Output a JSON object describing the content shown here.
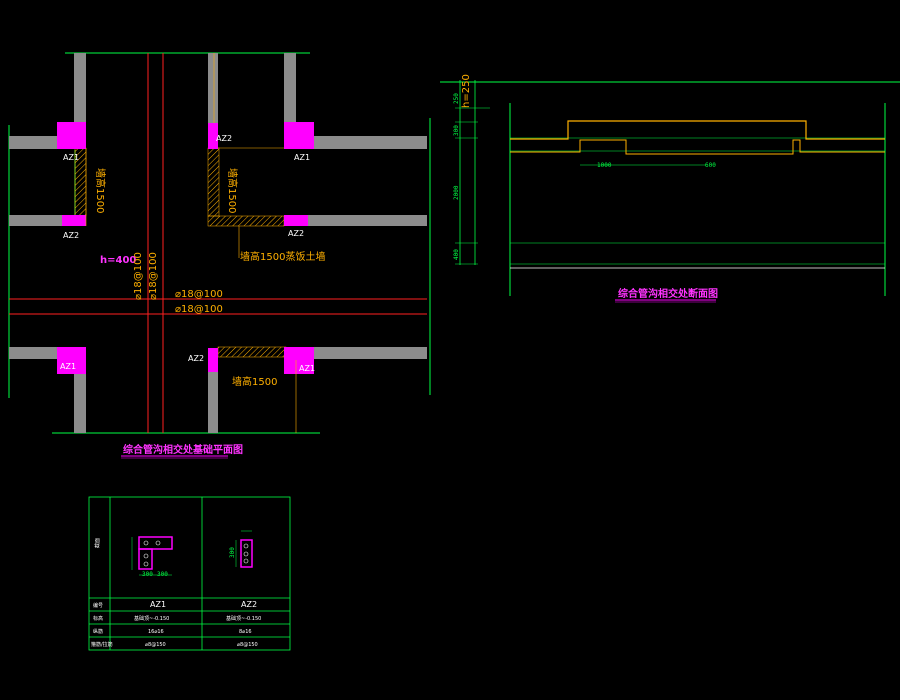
{
  "plan": {
    "title": "综合管沟相交处基础平面图",
    "wall_labels": {
      "az1_tl": "AZ1",
      "az2_tl": "AZ2",
      "az2_tr_top": "AZ2",
      "az1_tr": "AZ1",
      "az2_tr_bottom": "AZ2",
      "az1_bl": "AZ1",
      "az2_bc": "AZ2",
      "az1_br": "AZ1"
    },
    "wall_height_left": "墙高1500",
    "wall_height_right": "墙高1500",
    "wall_note": "墙高1500蒸饭土墙",
    "wall_height_bottom": "墙高1500",
    "h_label": "h=400",
    "rebar_v1": "⌀18@100",
    "rebar_v2": "⌀18@100",
    "rebar_h1": "⌀18@100",
    "rebar_h2": "⌀18@100"
  },
  "section": {
    "title": "综合管沟相交处断面图",
    "dim_labels": [
      "250",
      "h=250",
      "300",
      "2000",
      "400"
    ],
    "dim_bottom_left": "1000",
    "dim_bottom_right": "600"
  },
  "table": {
    "header_side": "截面",
    "rows": [
      {
        "label": "编号",
        "col1": "AZ1",
        "col2": "AZ2"
      },
      {
        "label": "标高",
        "col1": "基础顶~-0.150",
        "col2": "基础顶~-0.150"
      },
      {
        "label": "纵筋",
        "col1": "16⌀16",
        "col2": "8⌀16"
      },
      {
        "label": "箍筋/拉筋",
        "col1": "⌀8@150",
        "col2": "⌀8@150"
      }
    ],
    "col1_dims": [
      "300",
      "300"
    ],
    "col2_dim": "300"
  },
  "colors": {
    "wall": "#8c8c8c",
    "column": "#ff00ff",
    "line_green": "#00ff44",
    "line_red": "#ff2020",
    "line_yellow": "#ffb000"
  }
}
